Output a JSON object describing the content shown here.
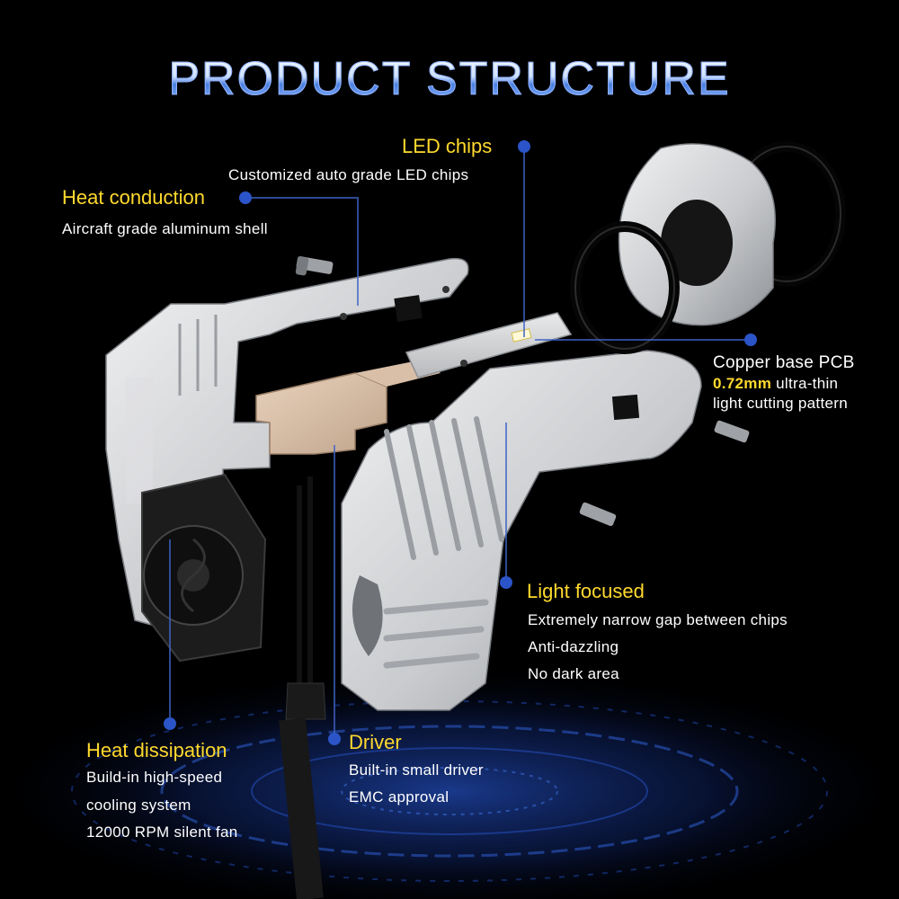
{
  "title": "PRODUCT STRUCTURE",
  "callouts": {
    "led_chips": {
      "heading": "LED chips",
      "lines": [
        "Customized auto grade LED chips"
      ]
    },
    "heat_conduction": {
      "heading": "Heat conduction",
      "lines": [
        "Aircraft grade aluminum shell"
      ]
    },
    "copper_pcb": {
      "heading": "Copper base PCB",
      "highlight": "0.72mm",
      "line1_rest": " ultra-thin",
      "line2": "light cutting pattern"
    },
    "light_focused": {
      "heading": "Light focused",
      "lines": [
        "Extremely narrow gap between chips",
        "Anti-dazzling",
        "No dark area"
      ]
    },
    "heat_dissipation": {
      "heading": "Heat dissipation",
      "lines": [
        "Build-in high-speed",
        "cooling system",
        "12000 RPM silent fan"
      ]
    },
    "driver": {
      "heading": "Driver",
      "lines": [
        "Built-in small driver",
        "EMC approval"
      ]
    }
  },
  "colors": {
    "heading": "#ffd92e",
    "leader_line": "#3f63c4",
    "dot": "#2b54c8",
    "background": "#000000",
    "metal": "#cfd1d3"
  }
}
